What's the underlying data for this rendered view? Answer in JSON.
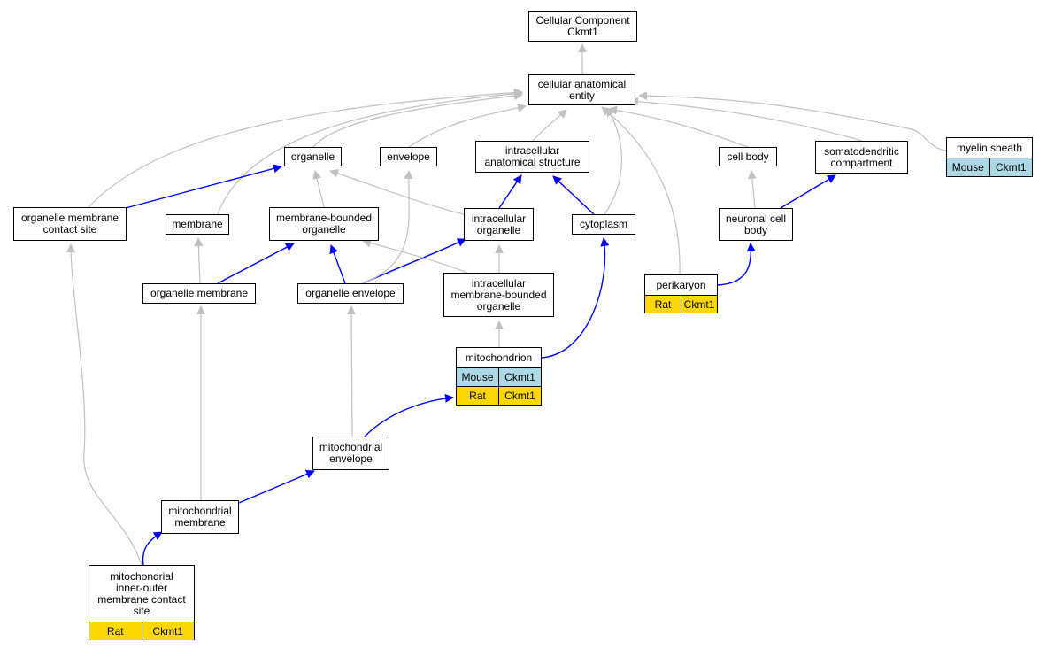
{
  "colors": {
    "gray_edge": "#c0c0c0",
    "blue_edge": "#0000ff",
    "mouse": "#add8e6",
    "rat": "#ffd700"
  },
  "nodes": {
    "root": {
      "label": "Cellular Component\nCkmt1"
    },
    "cae": {
      "label": "cellular anatomical\nentity"
    },
    "organelle": {
      "label": "organelle"
    },
    "envelope": {
      "label": "envelope"
    },
    "ias": {
      "label": "intracellular\nanatomical structure"
    },
    "cellbody": {
      "label": "cell body"
    },
    "somato": {
      "label": "somatodendritic\ncompartment"
    },
    "myelin": {
      "label": "myelin sheath",
      "rows": [
        [
          "Mouse",
          "Ckmt1"
        ]
      ]
    },
    "omcs": {
      "label": "organelle membrane\ncontact site"
    },
    "membrane": {
      "label": "membrane"
    },
    "mbo": {
      "label": "membrane-bounded\norganelle"
    },
    "io": {
      "label": "intracellular\norganelle"
    },
    "cytoplasm": {
      "label": "cytoplasm"
    },
    "ncb": {
      "label": "neuronal cell\nbody"
    },
    "om": {
      "label": "organelle membrane"
    },
    "oe": {
      "label": "organelle envelope"
    },
    "imbo": {
      "label": "intracellular\nmembrane-bounded\norganelle"
    },
    "perikaryon": {
      "label": "perikaryon",
      "rows": [
        [
          "Rat",
          "Ckmt1"
        ]
      ]
    },
    "mito": {
      "label": "mitochondrion",
      "rows": [
        [
          "Mouse",
          "Ckmt1"
        ],
        [
          "Rat",
          "Ckmt1"
        ]
      ]
    },
    "me": {
      "label": "mitochondrial\nenvelope"
    },
    "mm": {
      "label": "mitochondrial\nmembrane"
    },
    "mioc": {
      "label": "mitochondrial\ninner-outer\nmembrane contact\nsite",
      "rows": [
        [
          "Rat",
          "Ckmt1"
        ]
      ]
    }
  },
  "edges": [
    {
      "from": "cae",
      "to": "root",
      "type": "gray"
    },
    {
      "from": "organelle",
      "to": "cae",
      "type": "gray"
    },
    {
      "from": "envelope",
      "to": "cae",
      "type": "gray"
    },
    {
      "from": "ias",
      "to": "cae",
      "type": "gray"
    },
    {
      "from": "cellbody",
      "to": "cae",
      "type": "gray"
    },
    {
      "from": "somato",
      "to": "cae",
      "type": "gray"
    },
    {
      "from": "myelin",
      "to": "cae",
      "type": "gray"
    },
    {
      "from": "omcs",
      "to": "cae",
      "type": "gray"
    },
    {
      "from": "membrane",
      "to": "cae",
      "type": "gray"
    },
    {
      "from": "cytoplasm",
      "to": "cae",
      "type": "gray"
    },
    {
      "from": "perikaryon",
      "to": "cae",
      "type": "gray"
    },
    {
      "from": "omcs",
      "to": "organelle",
      "type": "blue"
    },
    {
      "from": "mbo",
      "to": "organelle",
      "type": "gray"
    },
    {
      "from": "io",
      "to": "organelle",
      "type": "gray"
    },
    {
      "from": "io",
      "to": "ias",
      "type": "blue"
    },
    {
      "from": "cytoplasm",
      "to": "ias",
      "type": "blue"
    },
    {
      "from": "ncb",
      "to": "cellbody",
      "type": "gray"
    },
    {
      "from": "ncb",
      "to": "somato",
      "type": "blue"
    },
    {
      "from": "om",
      "to": "membrane",
      "type": "gray"
    },
    {
      "from": "om",
      "to": "mbo",
      "type": "blue"
    },
    {
      "from": "oe",
      "to": "mbo",
      "type": "blue"
    },
    {
      "from": "oe",
      "to": "io",
      "type": "blue"
    },
    {
      "from": "oe",
      "to": "envelope",
      "type": "gray"
    },
    {
      "from": "imbo",
      "to": "mbo",
      "type": "gray"
    },
    {
      "from": "imbo",
      "to": "io",
      "type": "gray"
    },
    {
      "from": "perikaryon",
      "to": "ncb",
      "type": "blue"
    },
    {
      "from": "mito",
      "to": "imbo",
      "type": "gray"
    },
    {
      "from": "mito",
      "to": "cytoplasm",
      "type": "blue"
    },
    {
      "from": "me",
      "to": "oe",
      "type": "gray"
    },
    {
      "from": "me",
      "to": "mito",
      "type": "blue"
    },
    {
      "from": "mm",
      "to": "om",
      "type": "gray"
    },
    {
      "from": "mm",
      "to": "me",
      "type": "blue"
    },
    {
      "from": "mioc",
      "to": "mm",
      "type": "blue"
    },
    {
      "from": "mioc",
      "to": "omcs",
      "type": "gray"
    }
  ]
}
